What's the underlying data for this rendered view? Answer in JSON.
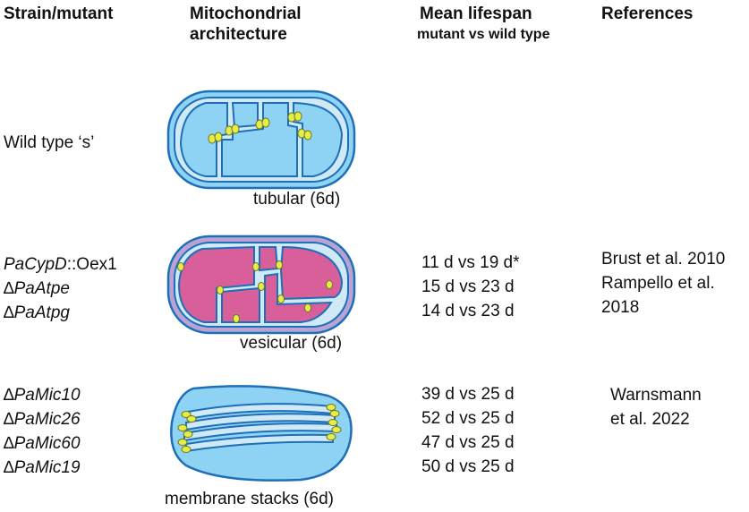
{
  "headers": {
    "strain": "Strain/mutant",
    "architecture_line1": "Mitochondrial",
    "architecture_line2": "architecture",
    "lifespan_line1": "Mean lifespan",
    "lifespan_line2": "mutant vs wild type",
    "references": "References"
  },
  "colors": {
    "outline": "#1e6fb8",
    "cytosol_light": "#8fd3f4",
    "membrane_pale": "#cfe9f7",
    "matrix_pink": "#d95f9a",
    "vesicle_border": "#b9a3d4",
    "atp_synthase": "#e8ec4a"
  },
  "rows": [
    {
      "strains": [
        {
          "italic": "",
          "plain": "Wild type ‘s’"
        }
      ],
      "architecture": "tubular (6d)",
      "lifespans": [],
      "references": []
    },
    {
      "strains": [
        {
          "italic": "PaCypD",
          "plain": "::Oex1"
        },
        {
          "delta": "∆",
          "italic": "PaAtpe",
          "plain": ""
        },
        {
          "delta": "∆",
          "italic": "PaAtpg",
          "plain": ""
        }
      ],
      "architecture": "vesicular (6d)",
      "lifespans": [
        "11 d vs 19 d*",
        "15 d vs 23 d",
        "14 d vs 23 d"
      ],
      "references": [
        "Brust et al. 2010",
        "Rampello et al.",
        "2018"
      ]
    },
    {
      "strains": [
        {
          "delta": "∆",
          "italic": "PaMic10",
          "plain": ""
        },
        {
          "delta": "∆",
          "italic": "PaMic26",
          "plain": ""
        },
        {
          "delta": "∆",
          "italic": "PaMic60",
          "plain": ""
        },
        {
          "delta": "∆",
          "italic": "PaMic19",
          "plain": ""
        }
      ],
      "architecture": "membrane stacks (6d)",
      "lifespans": [
        "39 d vs 25 d",
        "52 d vs 25 d",
        "47 d vs 25 d",
        "50 d vs 25 d"
      ],
      "references": [
        "Warnsmann",
        "et al. 2022"
      ]
    }
  ]
}
